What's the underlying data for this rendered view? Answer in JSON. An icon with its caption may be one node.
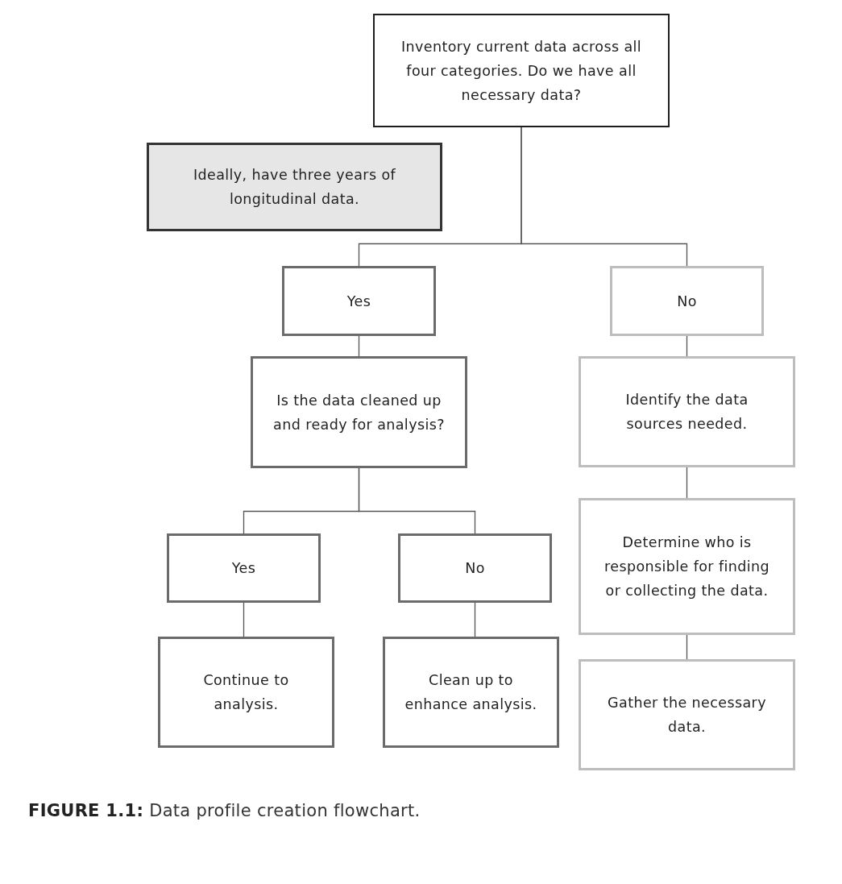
{
  "diagram": {
    "caption": "**FIGURE 1.1:** Data profile creation flowchart.",
    "nodes": [
      {
        "text": [
          "Inventory current data across all four categories. Do we have all necessary data?"
        ]
      },
      {
        "text": [
          "Ideally, have three years of longitudinal data."
        ]
      },
      {
        "text": [
          "Yes"
        ]
      },
      {
        "text": [
          "No"
        ]
      },
      {
        "text": [
          "Is the data cleaned up and ready for analysis?"
        ]
      },
      {
        "text": [
          "Identify the data sources needed."
        ]
      },
      {
        "text": [
          "Yes"
        ]
      },
      {
        "text": [
          "No"
        ]
      },
      {
        "text": [
          "Determine who is responsible for finding or collecting the data."
        ]
      },
      {
        "text": [
          "Continue to analysis."
        ]
      },
      {
        "text": [
          "Clean up to enhance analysis."
        ]
      },
      {
        "text": [
          "Gather the necessary data."
        ]
      }
    ],
    "edges": [
      {
        "from": 0,
        "to": 2,
        "arrow": "none"
      },
      {
        "from": 0,
        "to": 3,
        "arrow": "none"
      },
      {
        "from": 2,
        "to": 4,
        "arrow": "none"
      },
      {
        "from": 3,
        "to": 5,
        "arrow": "none"
      },
      {
        "from": 4,
        "to": 6,
        "arrow": "none"
      },
      {
        "from": 4,
        "to": 7,
        "arrow": "none"
      },
      {
        "from": 5,
        "to": 8,
        "arrow": "none"
      },
      {
        "from": 6,
        "to": 9,
        "arrow": "none"
      },
      {
        "from": 7,
        "to": 10,
        "arrow": "none"
      },
      {
        "from": 8,
        "to": 11,
        "arrow": "none"
      }
    ]
  }
}
